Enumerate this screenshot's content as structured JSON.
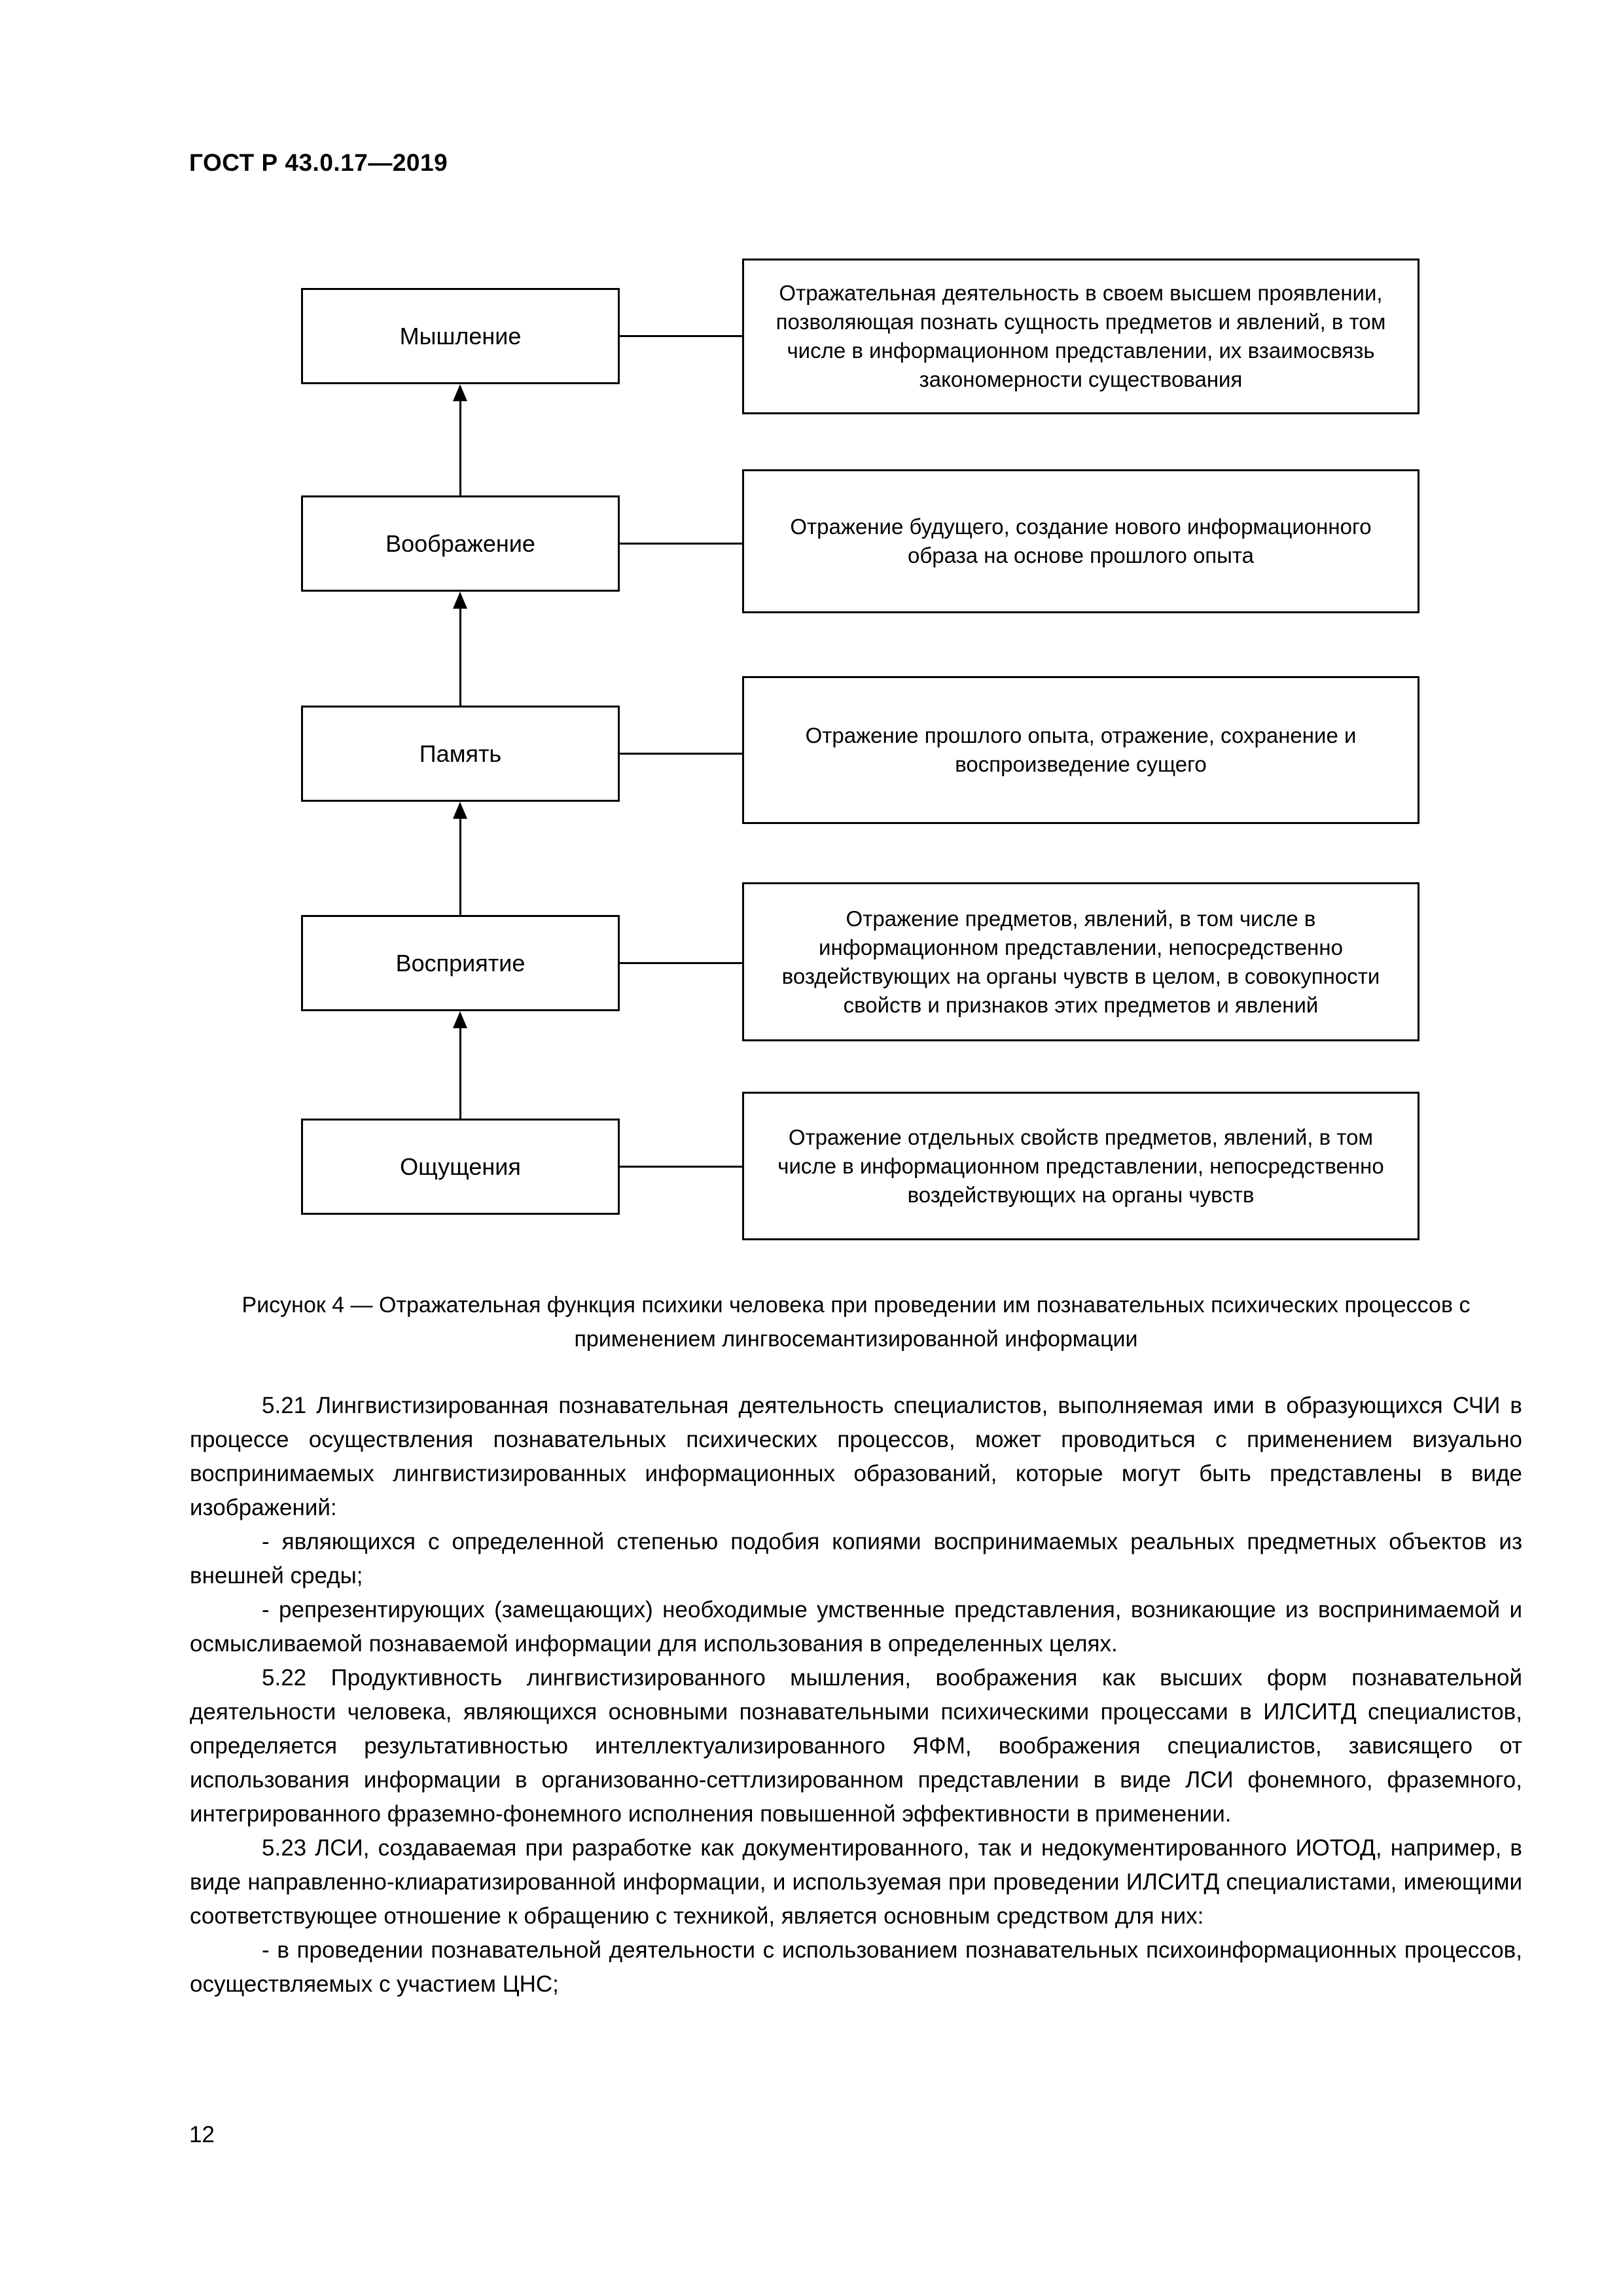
{
  "page": {
    "header": "ГОСТ Р 43.0.17—2019",
    "page_number": "12"
  },
  "diagram": {
    "rows": [
      {
        "label": "Мышление",
        "description": "Отражательная деятельность в своем высшем проявлении, позволяющая познать сущность предметов и явлений, в том числе в информационном представлении, их взаимосвязь закономерности существования"
      },
      {
        "label": "Воображение",
        "description": "Отражение будущего, создание нового информационного образа на основе прошлого опыта"
      },
      {
        "label": "Память",
        "description": "Отражение прошлого опыта, отражение, сохранение и воспроизведение сущего"
      },
      {
        "label": "Восприятие",
        "description": "Отражение предметов, явлений, в том числе в информационном представлении, непосредственно воздействующих на органы чувств в целом, в совокупности свойств и признаков этих предметов и явлений"
      },
      {
        "label": "Ощущения",
        "description": "Отражение отдельных свойств предметов, явлений, в том числе в информационном представлении, непосредственно воздействующих на органы чувств"
      }
    ],
    "caption": "Рисунок 4 — Отражательная функция психики человека при проведении им познавательных психических процессов с применением лингвосемантизированной информации"
  },
  "body": {
    "paragraphs": [
      "5.21  Лингвистизированная познавательная деятельность специалистов, выполняемая ими в образующихся СЧИ в процессе осуществления познавательных психических процессов, может проводиться с применением визуально воспринимаемых лингвистизированных информационных образований, которые могут быть представлены в виде изображений:",
      "- являющихся с определенной степенью подобия копиями воспринимаемых реальных предметных объектов из внешней среды;",
      "- репрезентирующих (замещающих) необходимые умственные представления, возникающие из воспринимаемой и осмысливаемой познаваемой информации для использования в определенных целях.",
      "5.22  Продуктивность лингвистизированного мышления, воображения как высших форм познавательной деятельности человека, являющихся основными познавательными психическими процессами в ИЛСИТД специалистов, определяется результативностью интеллектуализированного ЯФМ, воображения специалистов, зависящего от использования информации в организованно-сеттлизированном представлении в виде ЛСИ фонемного, фраземного, интегрированного фраземно-фонемного исполнения повышенной эффективности в применении.",
      "5.23  ЛСИ, создаваемая при разработке как документированного, так и недокументированного ИОТОД, например, в виде направленно-клиаратизированной информации, и используемая при проведении ИЛСИТД специалистами, имеющими соответствующее отношение к обращению с техникой, является основным средством для них:",
      "- в проведении познавательной деятельности с использованием познавательных психоинформационных процессов, осуществляемых с участием ЦНС;"
    ]
  }
}
